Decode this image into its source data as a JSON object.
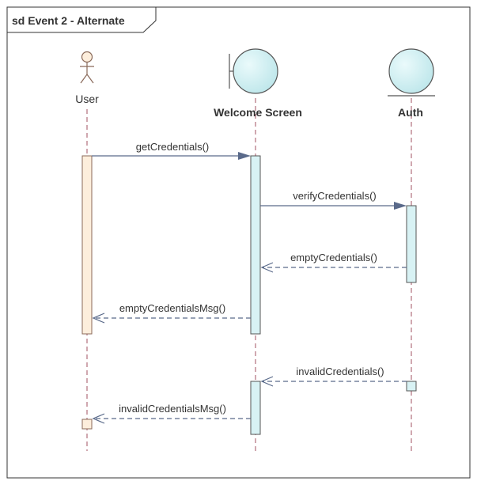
{
  "frame": {
    "title": "sd Event 2 - Alternate"
  },
  "participants": {
    "user": {
      "name": "User",
      "kind": "actor"
    },
    "welcome": {
      "name": "Welcome Screen",
      "kind": "boundary"
    },
    "auth": {
      "name": "Auth",
      "kind": "entity"
    }
  },
  "messages": [
    {
      "label": "getCredentials()",
      "from": "User",
      "to": "Welcome Screen",
      "style": "synchronous"
    },
    {
      "label": "verifyCredentials()",
      "from": "Welcome Screen",
      "to": "Auth",
      "style": "synchronous"
    },
    {
      "label": "emptyCredentials()",
      "from": "Auth",
      "to": "Welcome Screen",
      "style": "return"
    },
    {
      "label": "emptyCredentialsMsg()",
      "from": "Welcome Screen",
      "to": "User",
      "style": "return"
    },
    {
      "label": "invalidCredentials()",
      "from": "Auth",
      "to": "Welcome Screen",
      "style": "return"
    },
    {
      "label": "invalidCredentialsMsg()",
      "from": "Welcome Screen",
      "to": "User",
      "style": "return"
    }
  ],
  "colors": {
    "actor_activation": "#FDEEDC",
    "object_fill": "#D8F2F4",
    "line": "#555555",
    "arrow": "#5A6A8A"
  }
}
